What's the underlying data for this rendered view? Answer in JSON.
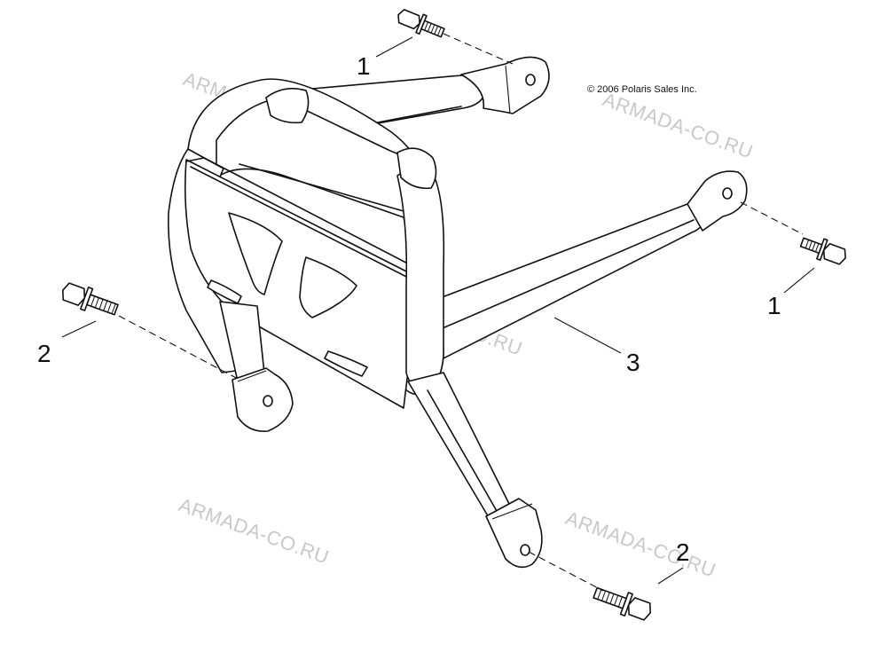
{
  "copyright": "© 2006 Polaris Sales Inc.",
  "callouts": {
    "c1_top": "1",
    "c1_right": "1",
    "c2_left": "2",
    "c2_bottom": "2",
    "c3": "3"
  },
  "watermark": "ARMADA-CO.RU",
  "parts": [
    {
      "id": "1",
      "icon": "flange-bolt-icon"
    },
    {
      "id": "2",
      "icon": "flange-bolt-icon"
    },
    {
      "id": "3",
      "icon": "bumper-bracket-icon"
    }
  ],
  "colors": {
    "line": "#111111",
    "watermark": "#c8c8c8",
    "background": "#ffffff"
  }
}
